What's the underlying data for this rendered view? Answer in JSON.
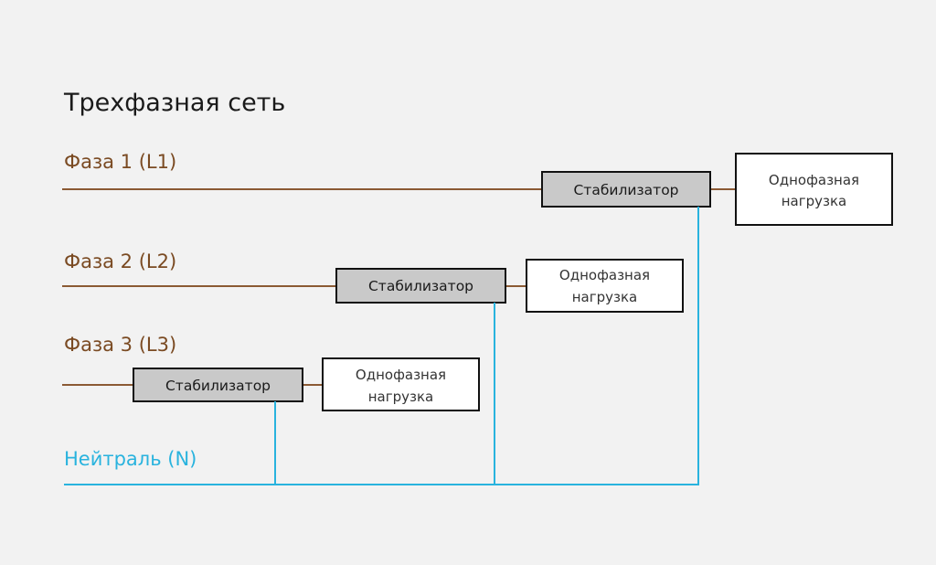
{
  "title": "Трехфазная сеть",
  "colors": {
    "phase_wire": "#8b5a34",
    "neutral_wire": "#29b3de",
    "stabilizer_fill": "#c9c9c9",
    "background": "#f2f2f2"
  },
  "phases": [
    {
      "label": "Фаза 1 (L1)",
      "stabilizer": "Стабилизатор",
      "load": [
        "Однофазная",
        "нагрузка"
      ]
    },
    {
      "label": "Фаза 2 (L2)",
      "stabilizer": "Стабилизатор",
      "load": [
        "Однофазная",
        "нагрузка"
      ]
    },
    {
      "label": "Фаза 3 (L3)",
      "stabilizer": "Стабилизатор",
      "load": [
        "Однофазная",
        "нагрузка"
      ]
    }
  ],
  "neutral": {
    "label": "Нейтраль (N)"
  }
}
